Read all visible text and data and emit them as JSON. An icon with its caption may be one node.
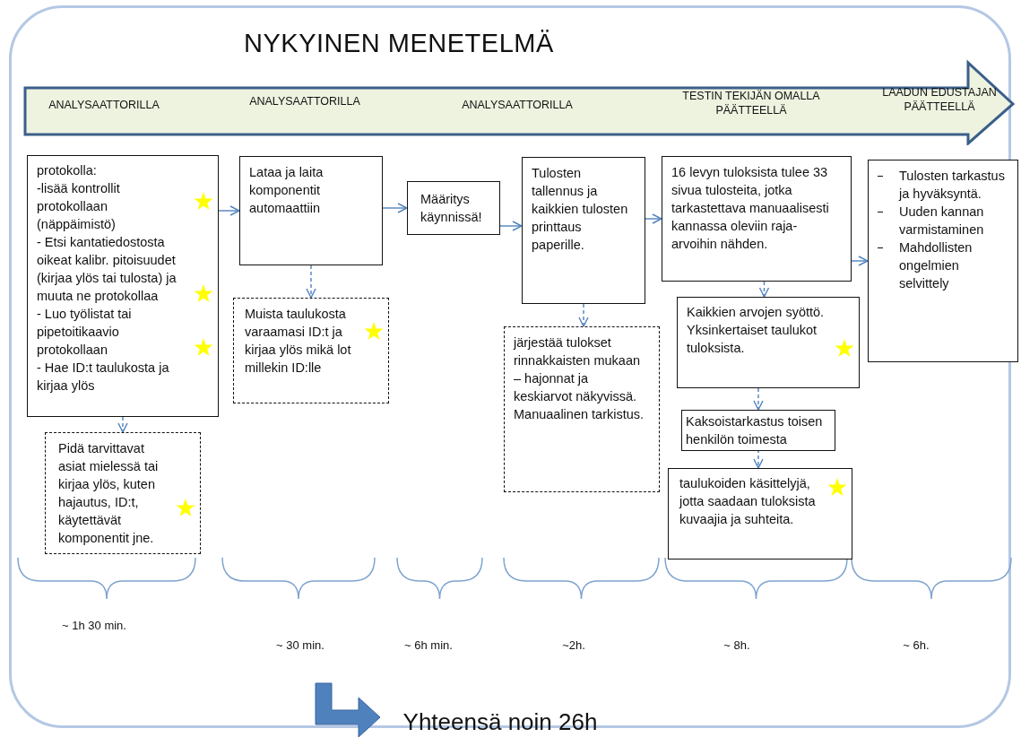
{
  "diagram": {
    "title": "NYKYINEN MENETELMÄ",
    "nodes": [
      {
        "text": [
          "ANALYSAATTORILLA",
          "ANALYSAATTORILLA",
          "ANALYSAATTORILLA",
          "TESTIN TEKIJÄN OMALLA PÄÄTTEELLÄ",
          "LAADUN EDUSTAJAN PÄÄTTEELLÄ"
        ]
      },
      {
        "text": [
          "protokolla:",
          "-lisää kontrollit protokollaan (näppäimistö)",
          "- Etsi kantatiedostosta oikeat kalibr. pitoisuudet (kirjaa ylös tai tulosta) ja muuta ne protokollaa",
          "- Luo työlistat tai pipetoitikaavio protokollaan",
          "- Hae ID:t taulukosta ja kirjaa ylös"
        ]
      },
      {
        "text": [
          "Pidä tarvittavat asiat mielessä tai kirjaa ylös, kuten hajautus, ID:t, käytettävät komponentit jne."
        ]
      },
      {
        "text": [
          "Lataa ja laita komponentit automaattiin"
        ]
      },
      {
        "text": [
          "Muista taulukosta varaamasi ID:t ja kirjaa ylös mikä lot millekin ID:lle"
        ]
      },
      {
        "text": [
          "Määritys käynnissä!"
        ]
      },
      {
        "text": [
          "Tulosten tallennus ja kaikkien tulosten printtaus paperille."
        ]
      },
      {
        "text": [
          "järjestää tulokset rinnakkaisten mukaan – hajonnat ja keskiarvot näkyvissä. Manuaalinen tarkistus."
        ]
      },
      {
        "text": [
          "16 levyn tuloksista tulee 33 sivua tulosteita, jotka tarkastettava manuaalisesti kannassa oleviin raja-arvoihin nähden."
        ]
      },
      {
        "text": [
          "Kaikkien arvojen syöttö. Yksinkertaiset taulukot tuloksista."
        ]
      },
      {
        "text": [
          "Kaksoistarkastus toisen henkilön toimesta"
        ]
      },
      {
        "text": [
          "taulukoiden käsittelyjä, jotta saadaan tuloksista kuvaajia ja suhteita."
        ]
      },
      {
        "text": [
          "Tulosten tarkastus ja hyväksyntä.",
          "Uuden kannan varmistaminen",
          "Mahdollisten ongelmien selvittely"
        ]
      }
    ],
    "edges": [
      {
        "from": 1,
        "to": 3,
        "arrow": "to"
      },
      {
        "from": 3,
        "to": 5,
        "arrow": "to"
      },
      {
        "from": 5,
        "to": 6,
        "arrow": "to"
      },
      {
        "from": 6,
        "to": 8,
        "arrow": "to"
      },
      {
        "from": 8,
        "to": 12,
        "arrow": "to"
      },
      {
        "from": 1,
        "to": 2,
        "arrow": "to",
        "style": "dashed"
      },
      {
        "from": 3,
        "to": 4,
        "arrow": "to",
        "style": "dashed"
      },
      {
        "from": 6,
        "to": 7,
        "arrow": "to",
        "style": "dashed"
      },
      {
        "from": 8,
        "to": 9,
        "arrow": "to",
        "style": "dashed"
      },
      {
        "from": 9,
        "to": 10,
        "arrow": "to",
        "style": "dashed"
      },
      {
        "from": 10,
        "to": 11,
        "arrow": "to",
        "style": "dashed"
      }
    ],
    "labels": [
      "~ 1h 30 min.",
      "~ 30 min.",
      "~ 6h min.",
      "~2h.",
      "~ 8h.",
      "~ 6h.",
      "Yhteensä noin 26h"
    ]
  }
}
